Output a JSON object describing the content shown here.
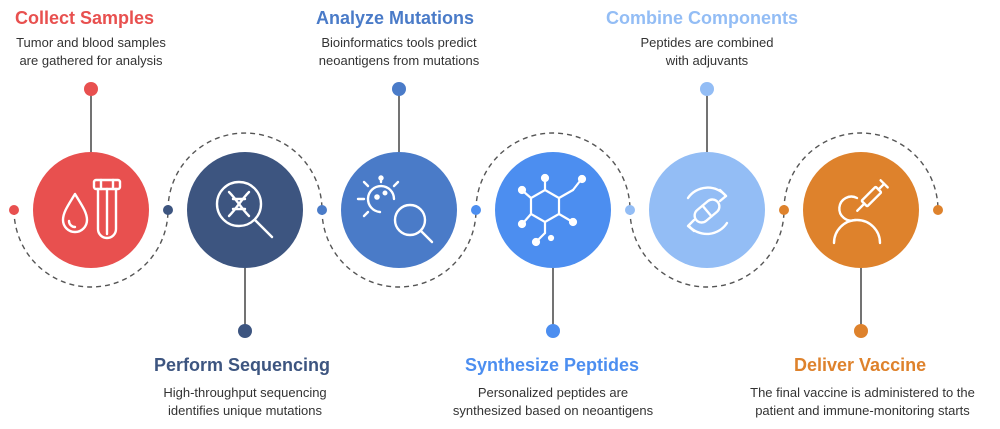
{
  "steps": [
    {
      "title": "Collect Samples",
      "line1": "Tumor and blood samples",
      "line2": "are gathered for analysis",
      "color": "#E8504F",
      "icon": "blood-sample-icon"
    },
    {
      "title": "Perform Sequencing",
      "line1": "High-throughput sequencing",
      "line2": "identifies unique mutations",
      "color": "#3D5580",
      "icon": "dna-magnifier-icon"
    },
    {
      "title": "Analyze Mutations",
      "line1": "Bioinformatics tools predict",
      "line2": "neoantigens from mutations",
      "color": "#4A7BC8",
      "icon": "virus-magnifier-icon"
    },
    {
      "title": "Synthesize Peptides",
      "line1": "Personalized peptides are",
      "line2": "synthesized based on neoantigens",
      "color": "#4C8EF0",
      "icon": "molecule-icon"
    },
    {
      "title": "Combine Components",
      "line1": "Peptides are combined",
      "line2": "with adjuvants",
      "color": "#93BDF5",
      "icon": "pill-cycle-icon"
    },
    {
      "title": "Deliver Vaccine",
      "line1": "The final vaccine is administered to the",
      "line2": "patient and immune-monitoring starts",
      "color": "#DE822C",
      "icon": "vaccine-patient-icon"
    }
  ]
}
